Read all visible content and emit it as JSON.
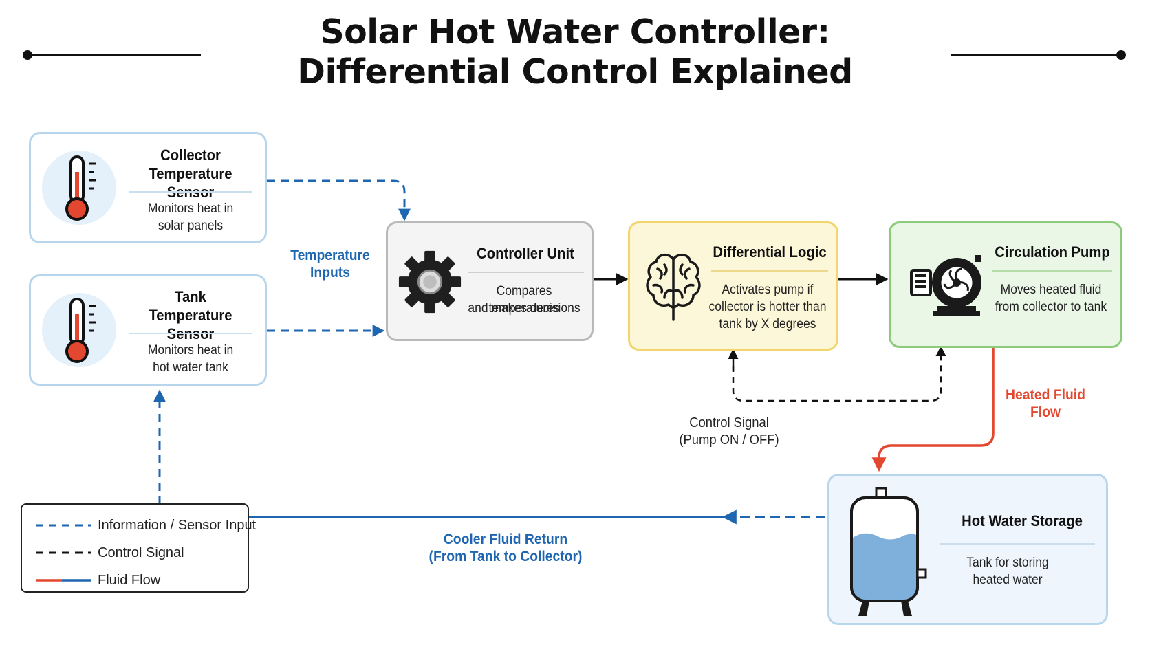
{
  "title": {
    "line1": "Solar Hot Water Controller:",
    "line2": "Differential Control Explained"
  },
  "nodes": {
    "collector_sensor": {
      "title_line1": "Collector",
      "title_line2": "Temperature Sensor",
      "desc_line1": "Monitors heat in",
      "desc_line2": "solar panels",
      "icon": "thermometer-icon"
    },
    "tank_sensor": {
      "title_line1": "Tank",
      "title_line2": "Temperature Sensor",
      "desc_line1": "Monitors heat in",
      "desc_line2": "hot water tank",
      "icon": "thermometer-icon"
    },
    "controller": {
      "title": "Controller Unit",
      "desc_line1": "Compares temperatures",
      "desc_line2": "and makes decisions",
      "icon": "gear-icon"
    },
    "logic": {
      "title": "Differential Logic",
      "desc_line1": "Activates pump if",
      "desc_line2": "collector is hotter than",
      "desc_line3": "tank by X degrees",
      "icon": "brain-icon"
    },
    "pump": {
      "title": "Circulation Pump",
      "desc_line1": "Moves heated fluid",
      "desc_line2": "from collector to tank",
      "icon": "pump-icon"
    },
    "storage": {
      "title": "Hot Water Storage",
      "desc_line1": "Tank for storing",
      "desc_line2": "heated water",
      "icon": "water-tank-icon"
    }
  },
  "edge_labels": {
    "temperature_inputs": {
      "line1": "Temperature",
      "line2": "Inputs"
    },
    "control_signal": {
      "line1": "Control Signal",
      "line2": "(Pump ON / OFF)"
    },
    "heated_flow": {
      "line1": "Heated Fluid",
      "line2": "Flow"
    },
    "cooler_return": {
      "line1": "Cooler Fluid Return",
      "line2": "(From Tank to Collector)"
    }
  },
  "legend": {
    "items": [
      {
        "label": "Information / Sensor Input",
        "style": "dashed-blue"
      },
      {
        "label": "Control Signal",
        "style": "dashed-black"
      },
      {
        "label": "Fluid Flow",
        "style": "solid-red-blue"
      }
    ]
  },
  "colors": {
    "info_blue": "#1f66b0",
    "control_black": "#111111",
    "heated_red": "#e4472f",
    "cool_blue": "#1f66b0",
    "sensor_border": "#b7d6ec",
    "controller_border": "#b9b9b9",
    "logic_border": "#f2d56c",
    "pump_border": "#8ccb7c"
  }
}
